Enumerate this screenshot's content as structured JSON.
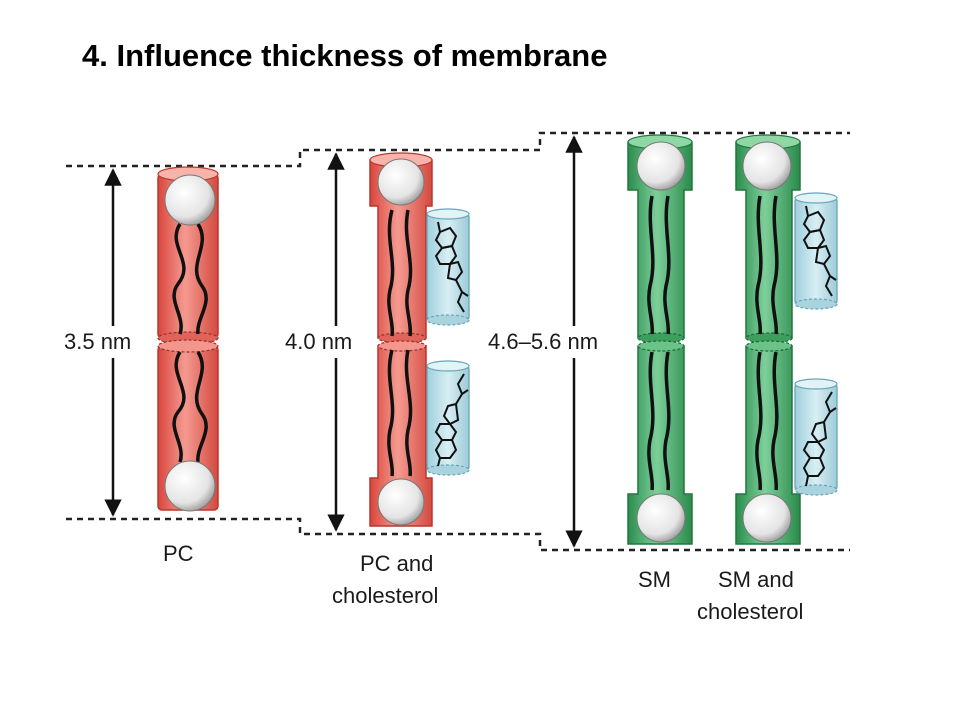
{
  "title": "4. Influence thickness of membrane",
  "measurements": {
    "pc": "3.5 nm",
    "pc_chol": "4.0 nm",
    "sm": "4.6–5.6 nm"
  },
  "captions": {
    "pc": "PC",
    "pc_chol_line1": "PC and",
    "pc_chol_line2": "cholesterol",
    "sm": "SM",
    "sm_chol_line1": "SM and",
    "sm_chol_line2": "cholesterol"
  },
  "colors": {
    "pc_lipid": "#ee6b61",
    "sm_lipid": "#3fa764",
    "cholesterol": "#b9dde7",
    "headgroup": "#f2f2f2"
  }
}
